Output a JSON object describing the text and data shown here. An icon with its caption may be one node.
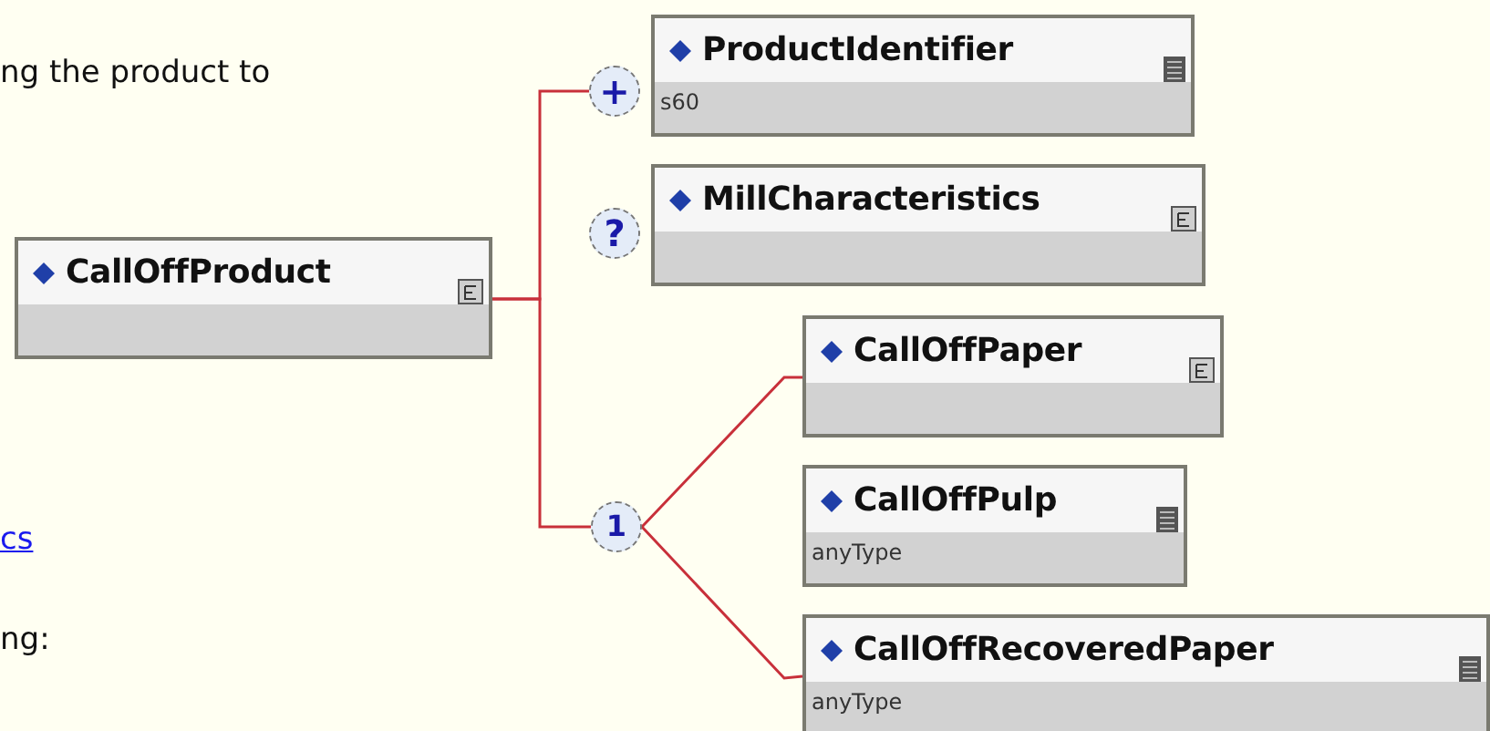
{
  "diagram": {
    "nodes": [
      {
        "text": [
          "CallOffProduct"
        ]
      },
      {
        "text": [
          "+"
        ]
      },
      {
        "text": [
          "ProductIdentifier",
          "s60"
        ]
      },
      {
        "text": [
          "?"
        ]
      },
      {
        "text": [
          "MillCharacteristics"
        ]
      },
      {
        "text": [
          "1"
        ]
      },
      {
        "text": [
          "CallOffPaper"
        ]
      },
      {
        "text": [
          "CallOffPulp",
          "anyType"
        ]
      },
      {
        "text": [
          "CallOffRecoveredPaper",
          "anyType"
        ]
      }
    ],
    "edges": [
      {
        "from": 0,
        "to": 1,
        "arrow": "none"
      },
      {
        "from": 0,
        "to": 5,
        "arrow": "none"
      },
      {
        "from": 5,
        "to": 6,
        "arrow": "none"
      },
      {
        "from": 5,
        "to": 8,
        "arrow": "none"
      }
    ],
    "labels": [
      "ng the product to",
      "cs",
      "ng:"
    ]
  }
}
